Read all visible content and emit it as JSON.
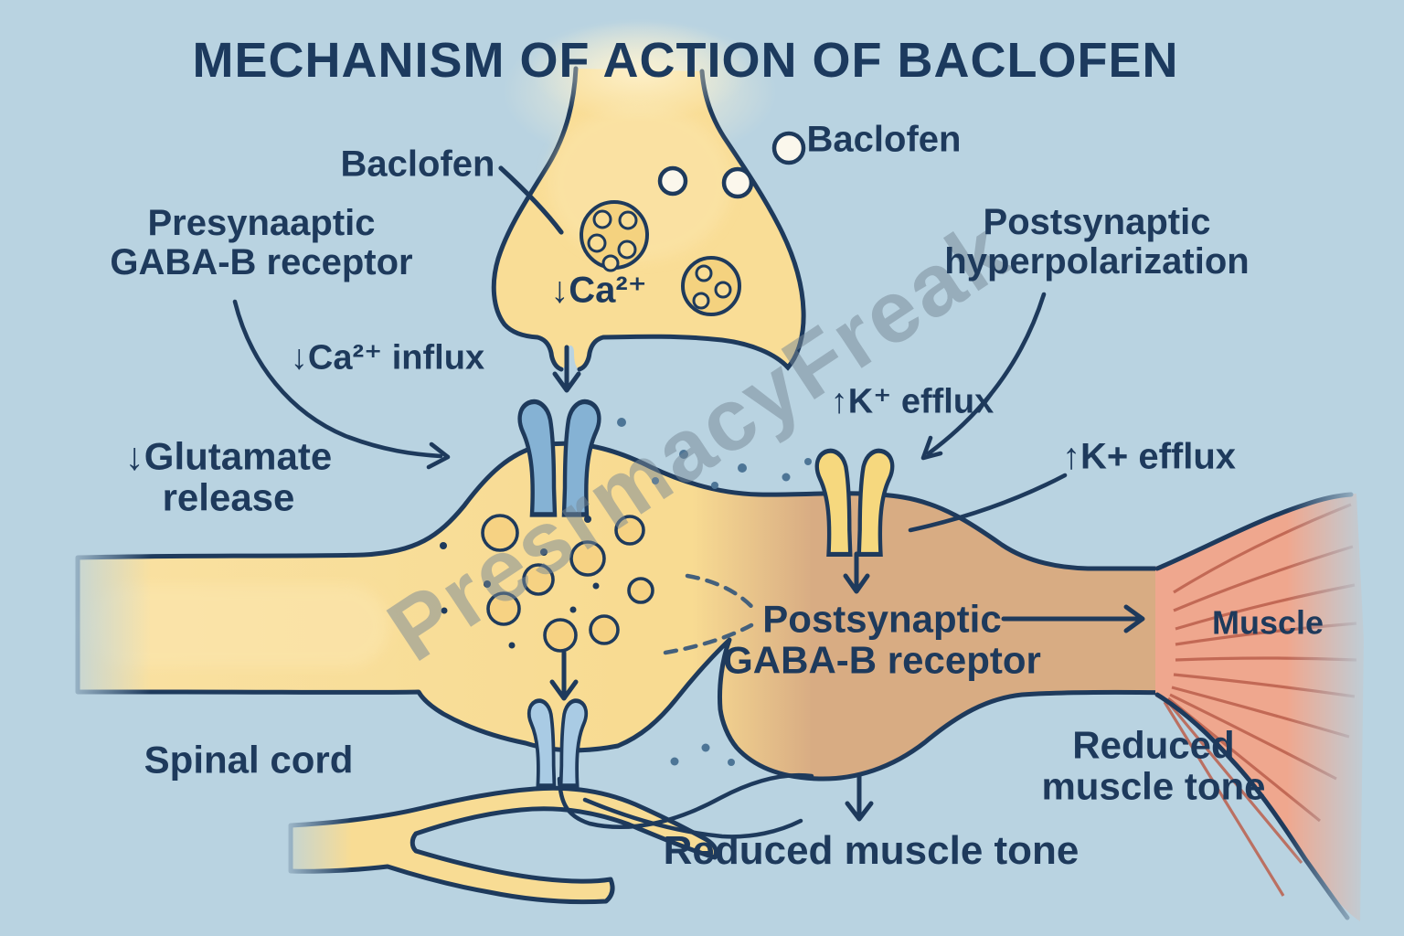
{
  "title": "MECHANISM OF ACTION OF BACLOFEN",
  "watermark": "PresrmacyFreak",
  "labels": {
    "baclofen_left": "Baclofen",
    "baclofen_right": "Baclofen",
    "presynaptic_receptor_line1": "Presynaaptic",
    "presynaptic_receptor_line2": "GABA-B receptor",
    "ca_influx": "↓Ca²⁺ influx",
    "ca_terminal": "↓Ca²⁺",
    "glutamate_line1": "↓Glutamate",
    "glutamate_line2": "release",
    "k_efflux_superscript": "↑K⁺ efflux",
    "k_efflux_plain": "↑K+ efflux",
    "postsynaptic_hyper_line1": "Postsynaptic",
    "postsynaptic_hyper_line2": "hyperpolarization",
    "postsynaptic_receptor_line1": "Postsynaptic",
    "postsynaptic_receptor_line2": "GABA-B receptor",
    "muscle": "Muscle",
    "spinal_cord": "Spinal cord",
    "reduced_right_line1": "Reduced",
    "reduced_right_line2": "muscle tone",
    "reduced_bottom": "Reduced muscle tone"
  },
  "colors": {
    "background": "#b9d3e1",
    "outline_navy": "#1e3a5c",
    "text_navy": "#1e3a5c",
    "presynaptic_yellow": "#f8db92",
    "postsynaptic_tan": "#d8ac83",
    "receptor_blue": "#85b2d4",
    "receptor_blue_light": "#a9cbe4",
    "receptor_yellow": "#f6d87e",
    "muscle_pink": "#efa78e",
    "muscle_striation": "#bb5f4c",
    "cleft_dot_blue": "#4d7596",
    "baclofen_circle_white": "#fbf7ec",
    "watermark_gray": "rgba(118,136,150,0.5)"
  }
}
